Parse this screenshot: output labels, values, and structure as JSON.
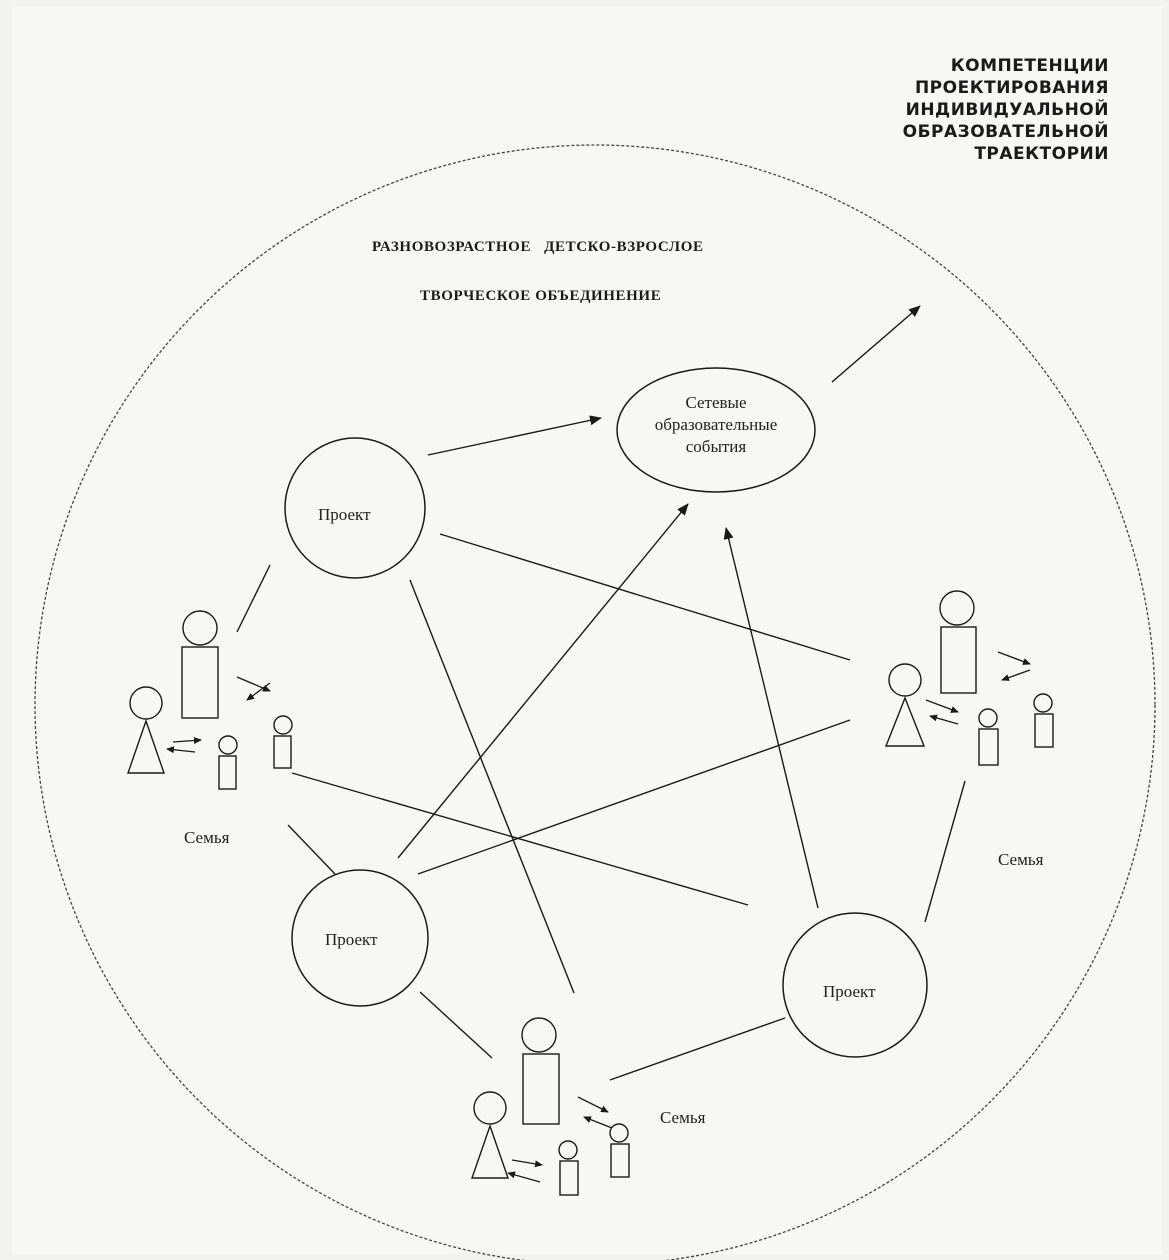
{
  "title_lines": [
    "КОМПЕТЕНЦИИ",
    "ПРОЕКТИРОВАНИЯ",
    "ИНДИВИДУАЛЬНОЙ",
    "ОБРАЗОВАТЕЛЬНОЙ",
    "ТРАЕКТОРИИ"
  ],
  "heading_line1": "РАЗНОВОЗРАСТНОЕ   ДЕТСКО-ВЗРОСЛОЕ",
  "heading_line2": "ТВОРЧЕСКОЕ ОБЪЕДИНЕНИЕ",
  "events_lines": [
    "Сетевые",
    "образовательные",
    "события"
  ],
  "project_label": "Проект",
  "family_label": "Семья",
  "colors": {
    "ink": "#1a1a1a",
    "paper": "#f7f7f5"
  }
}
